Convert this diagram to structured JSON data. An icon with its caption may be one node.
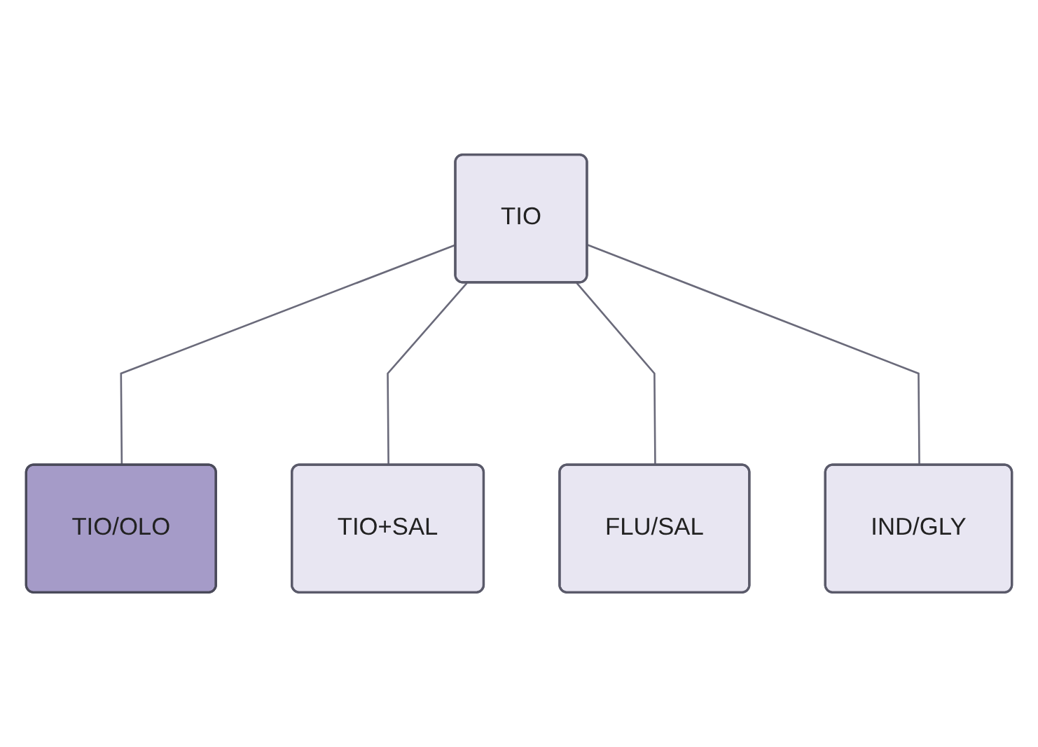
{
  "diagram": {
    "nodes": [
      {
        "text": [
          "TIO"
        ]
      },
      {
        "text": [
          "TIO/OLO"
        ]
      },
      {
        "text": [
          "IND/GLY"
        ]
      },
      {
        "text": [
          "TIO+SAL"
        ]
      },
      {
        "text": [
          "FLU/SAL"
        ]
      }
    ],
    "edges": [
      {
        "from": 0,
        "to": 1,
        "arrow": "none"
      },
      {
        "from": 0,
        "to": 3,
        "arrow": "none"
      },
      {
        "from": 0,
        "to": 4,
        "arrow": "none"
      },
      {
        "from": 0,
        "to": 2,
        "arrow": "none"
      }
    ]
  }
}
